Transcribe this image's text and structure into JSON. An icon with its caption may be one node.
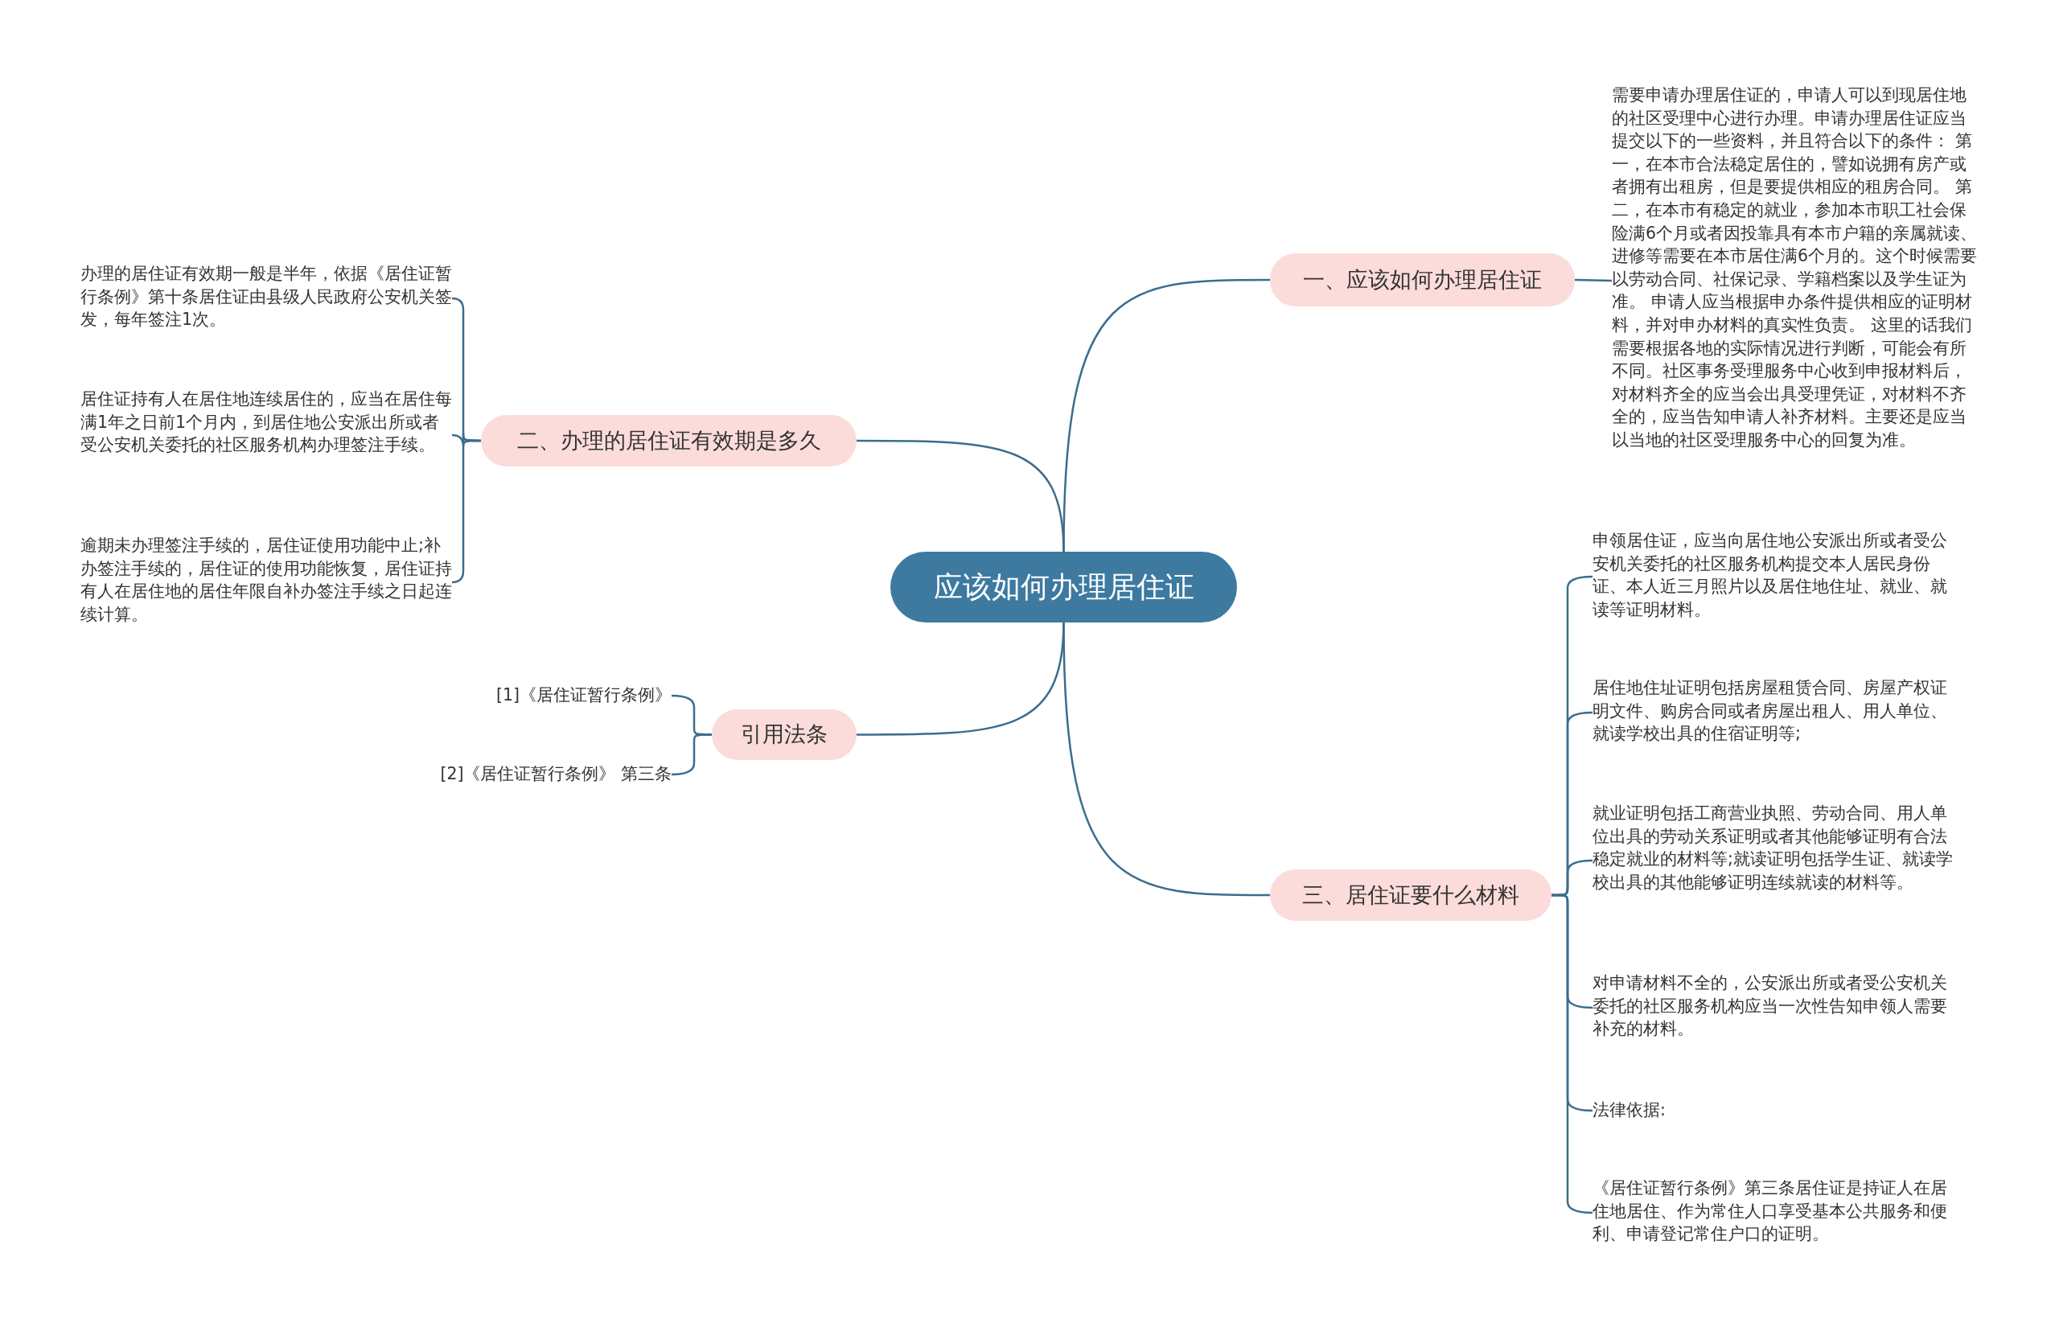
{
  "diagram": {
    "nodes": [
      {
        "text": [
          "应该如何办理居住证"
        ]
      },
      {
        "text": [
          "一、应该如何办理居住证"
        ]
      },
      {
        "text": [
          "需要申请办理居住证的，申请人可以到现居住地的社区受理中心进行办理。申请办理居住证应当提交以下的一些资料，并且符合以下的条件： 第一，在本市合法稳定居住的，譬如说拥有房产或者拥有出租房，但是要提供相应的租房合同。 第二，在本市有稳定的就业，参加本市职工社会保险满6个月或者因投靠具有本市户籍的亲属就读、进修等需要在本市居住满6个月的。这个时候需要以劳动合同、社保记录、学籍档案以及学生证为准。 申请人应当根据申办条件提供相应的证明材料，并对申办材料的真实性负责。 这里的话我们需要根据各地的实际情况进行判断，可能会有所不同。社区事务受理服务中心收到申报材料后，对材料齐全的应当会出具受理凭证，对材料不齐全的，应当告知申请人补齐材料。主要还是应当以当地的社区受理服务中心的回复为准。"
        ]
      },
      {
        "text": [
          "二、办理的居住证有效期是多久"
        ]
      },
      {
        "text": [
          "办理的居住证有效期一般是半年，依据《居住证暂行条例》第十条居住证由县级人民政府公安机关签发，每年签注1次。"
        ]
      },
      {
        "text": [
          "居住证持有人在居住地连续居住的，应当在居住每满1年之日前1个月内，到居住地公安派出所或者受公安机关委托的社区服务机构办理签注手续。"
        ]
      },
      {
        "text": [
          "逾期未办理签注手续的，居住证使用功能中止;补办签注手续的，居住证的使用功能恢复，居住证持有人在居住地的居住年限自补办签注手续之日起连续计算。"
        ]
      },
      {
        "text": [
          "引用法条"
        ]
      },
      {
        "text": [
          "[1]《居住证暂行条例》"
        ]
      },
      {
        "text": [
          "[2]《居住证暂行条例》 第三条"
        ]
      },
      {
        "text": [
          "三、居住证要什么材料"
        ]
      },
      {
        "text": [
          "申领居住证，应当向居住地公安派出所或者受公安机关委托的社区服务机构提交本人居民身份证、本人近三月照片以及居住地住址、就业、就读等证明材料。"
        ]
      },
      {
        "text": [
          "居住地住址证明包括房屋租赁合同、房屋产权证明文件、购房合同或者房屋出租人、用人单位、就读学校出具的住宿证明等;"
        ]
      },
      {
        "text": [
          "就业证明包括工商营业执照、劳动合同、用人单位出具的劳动关系证明或者其他能够证明有合法稳定就业的材料等;就读证明包括学生证、就读学校出具的其他能够证明连续就读的材料等。"
        ]
      },
      {
        "text": [
          "对申请材料不全的，公安派出所或者受公安机关委托的社区服务机构应当一次性告知申领人需要补充的材料。"
        ]
      },
      {
        "text": [
          "法律依据:"
        ]
      },
      {
        "text": [
          "《居住证暂行条例》第三条居住证是持证人在居住地居住、作为常住人口享受基本公共服务和便利、申请登记常住户口的证明。"
        ]
      }
    ],
    "edges": [
      {
        "from": 0,
        "to": 1,
        "arrow": "none"
      },
      {
        "from": 1,
        "to": 2,
        "arrow": "none"
      },
      {
        "from": 0,
        "to": 3,
        "arrow": "none"
      },
      {
        "from": 3,
        "to": 4,
        "arrow": "none"
      },
      {
        "from": 3,
        "to": 5,
        "arrow": "none"
      },
      {
        "from": 3,
        "to": 6,
        "arrow": "none"
      },
      {
        "from": 0,
        "to": 7,
        "arrow": "none"
      },
      {
        "from": 7,
        "to": 8,
        "arrow": "none"
      },
      {
        "from": 7,
        "to": 9,
        "arrow": "none"
      },
      {
        "from": 0,
        "to": 10,
        "arrow": "none"
      },
      {
        "from": 10,
        "to": 11,
        "arrow": "none"
      },
      {
        "from": 10,
        "to": 12,
        "arrow": "none"
      },
      {
        "from": 10,
        "to": 13,
        "arrow": "none"
      },
      {
        "from": 10,
        "to": 14,
        "arrow": "none"
      },
      {
        "from": 10,
        "to": 15,
        "arrow": "none"
      },
      {
        "from": 10,
        "to": 16,
        "arrow": "none"
      }
    ]
  }
}
